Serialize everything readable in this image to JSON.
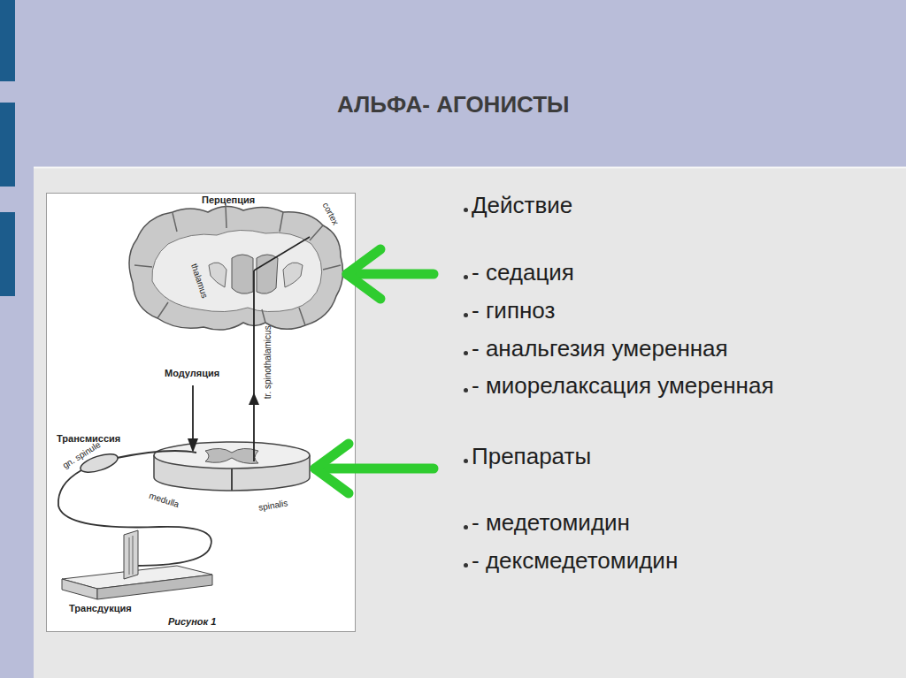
{
  "diagram": {
    "title": "АЛЬФА- АГОНИСТЫ",
    "labels": [
      "Перцепция",
      "cortex",
      "thalamus",
      "Модуляция",
      "tr. spinothalamicus",
      "Трансмиссия",
      "gn. spinule",
      "medulla",
      "spinalis",
      "Трансдукция",
      "Рисунок 1",
      "Действие",
      "- седация",
      "- гипноз",
      "- анальгезия умеренная",
      "- миорелаксация умеренная",
      "Препараты",
      "- медетомидин",
      "- дексмедетомидин"
    ]
  }
}
